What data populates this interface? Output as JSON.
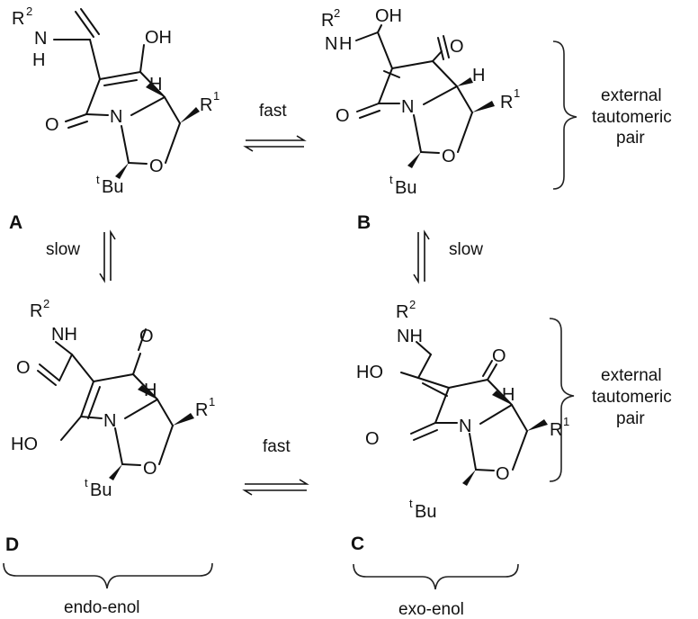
{
  "figure": {
    "compounds": [
      {
        "id": "A",
        "label": "A",
        "hydroxy": "OH",
        "amide_n": "N",
        "amide_h": "H",
        "r2": "R",
        "r2_sup": "2",
        "carbonyl": "O",
        "ring_n": "N",
        "ring_o": "O",
        "r1": "R",
        "r1_sup": "1",
        "h": "H",
        "tbu_sup": "t",
        "tbu": "Bu"
      },
      {
        "id": "B",
        "label": "B",
        "hydroxy": "OH",
        "amide_n": "N",
        "amide_h": "H",
        "r2": "R",
        "r2_sup": "2",
        "keto": "O",
        "carbonyl": "O",
        "ring_n": "N",
        "ring_o": "O",
        "r1": "R",
        "r1_sup": "1",
        "h": "H",
        "tbu_sup": "t",
        "tbu": "Bu"
      },
      {
        "id": "D",
        "label": "D",
        "nh": "NH",
        "r2": "R",
        "r2_sup": "2",
        "amide_o": "O",
        "keto": "O",
        "hydroxy": "HO",
        "ring_n": "N",
        "ring_o": "O",
        "r1": "R",
        "r1_sup": "1",
        "h": "H",
        "tbu_sup": "t",
        "tbu": "Bu"
      },
      {
        "id": "C",
        "label": "C",
        "nh": "NH",
        "r2": "R",
        "r2_sup": "2",
        "hydroxy": "HO",
        "keto": "O",
        "carbonyl": "O",
        "ring_n": "N",
        "ring_o": "O",
        "r1": "R",
        "r1_sup": "1",
        "h": "H",
        "tbu_sup": "t",
        "tbu": "Bu"
      }
    ],
    "equilibria": {
      "top": "fast",
      "bottom": "fast",
      "left": "slow",
      "right": "slow"
    },
    "braces": {
      "top_right": [
        "external",
        "tautomeric",
        "pair"
      ],
      "bottom_right": [
        "external",
        "tautomeric",
        "pair"
      ],
      "bottom_left": "endo-enol",
      "bottom_mid": "exo-enol"
    }
  }
}
